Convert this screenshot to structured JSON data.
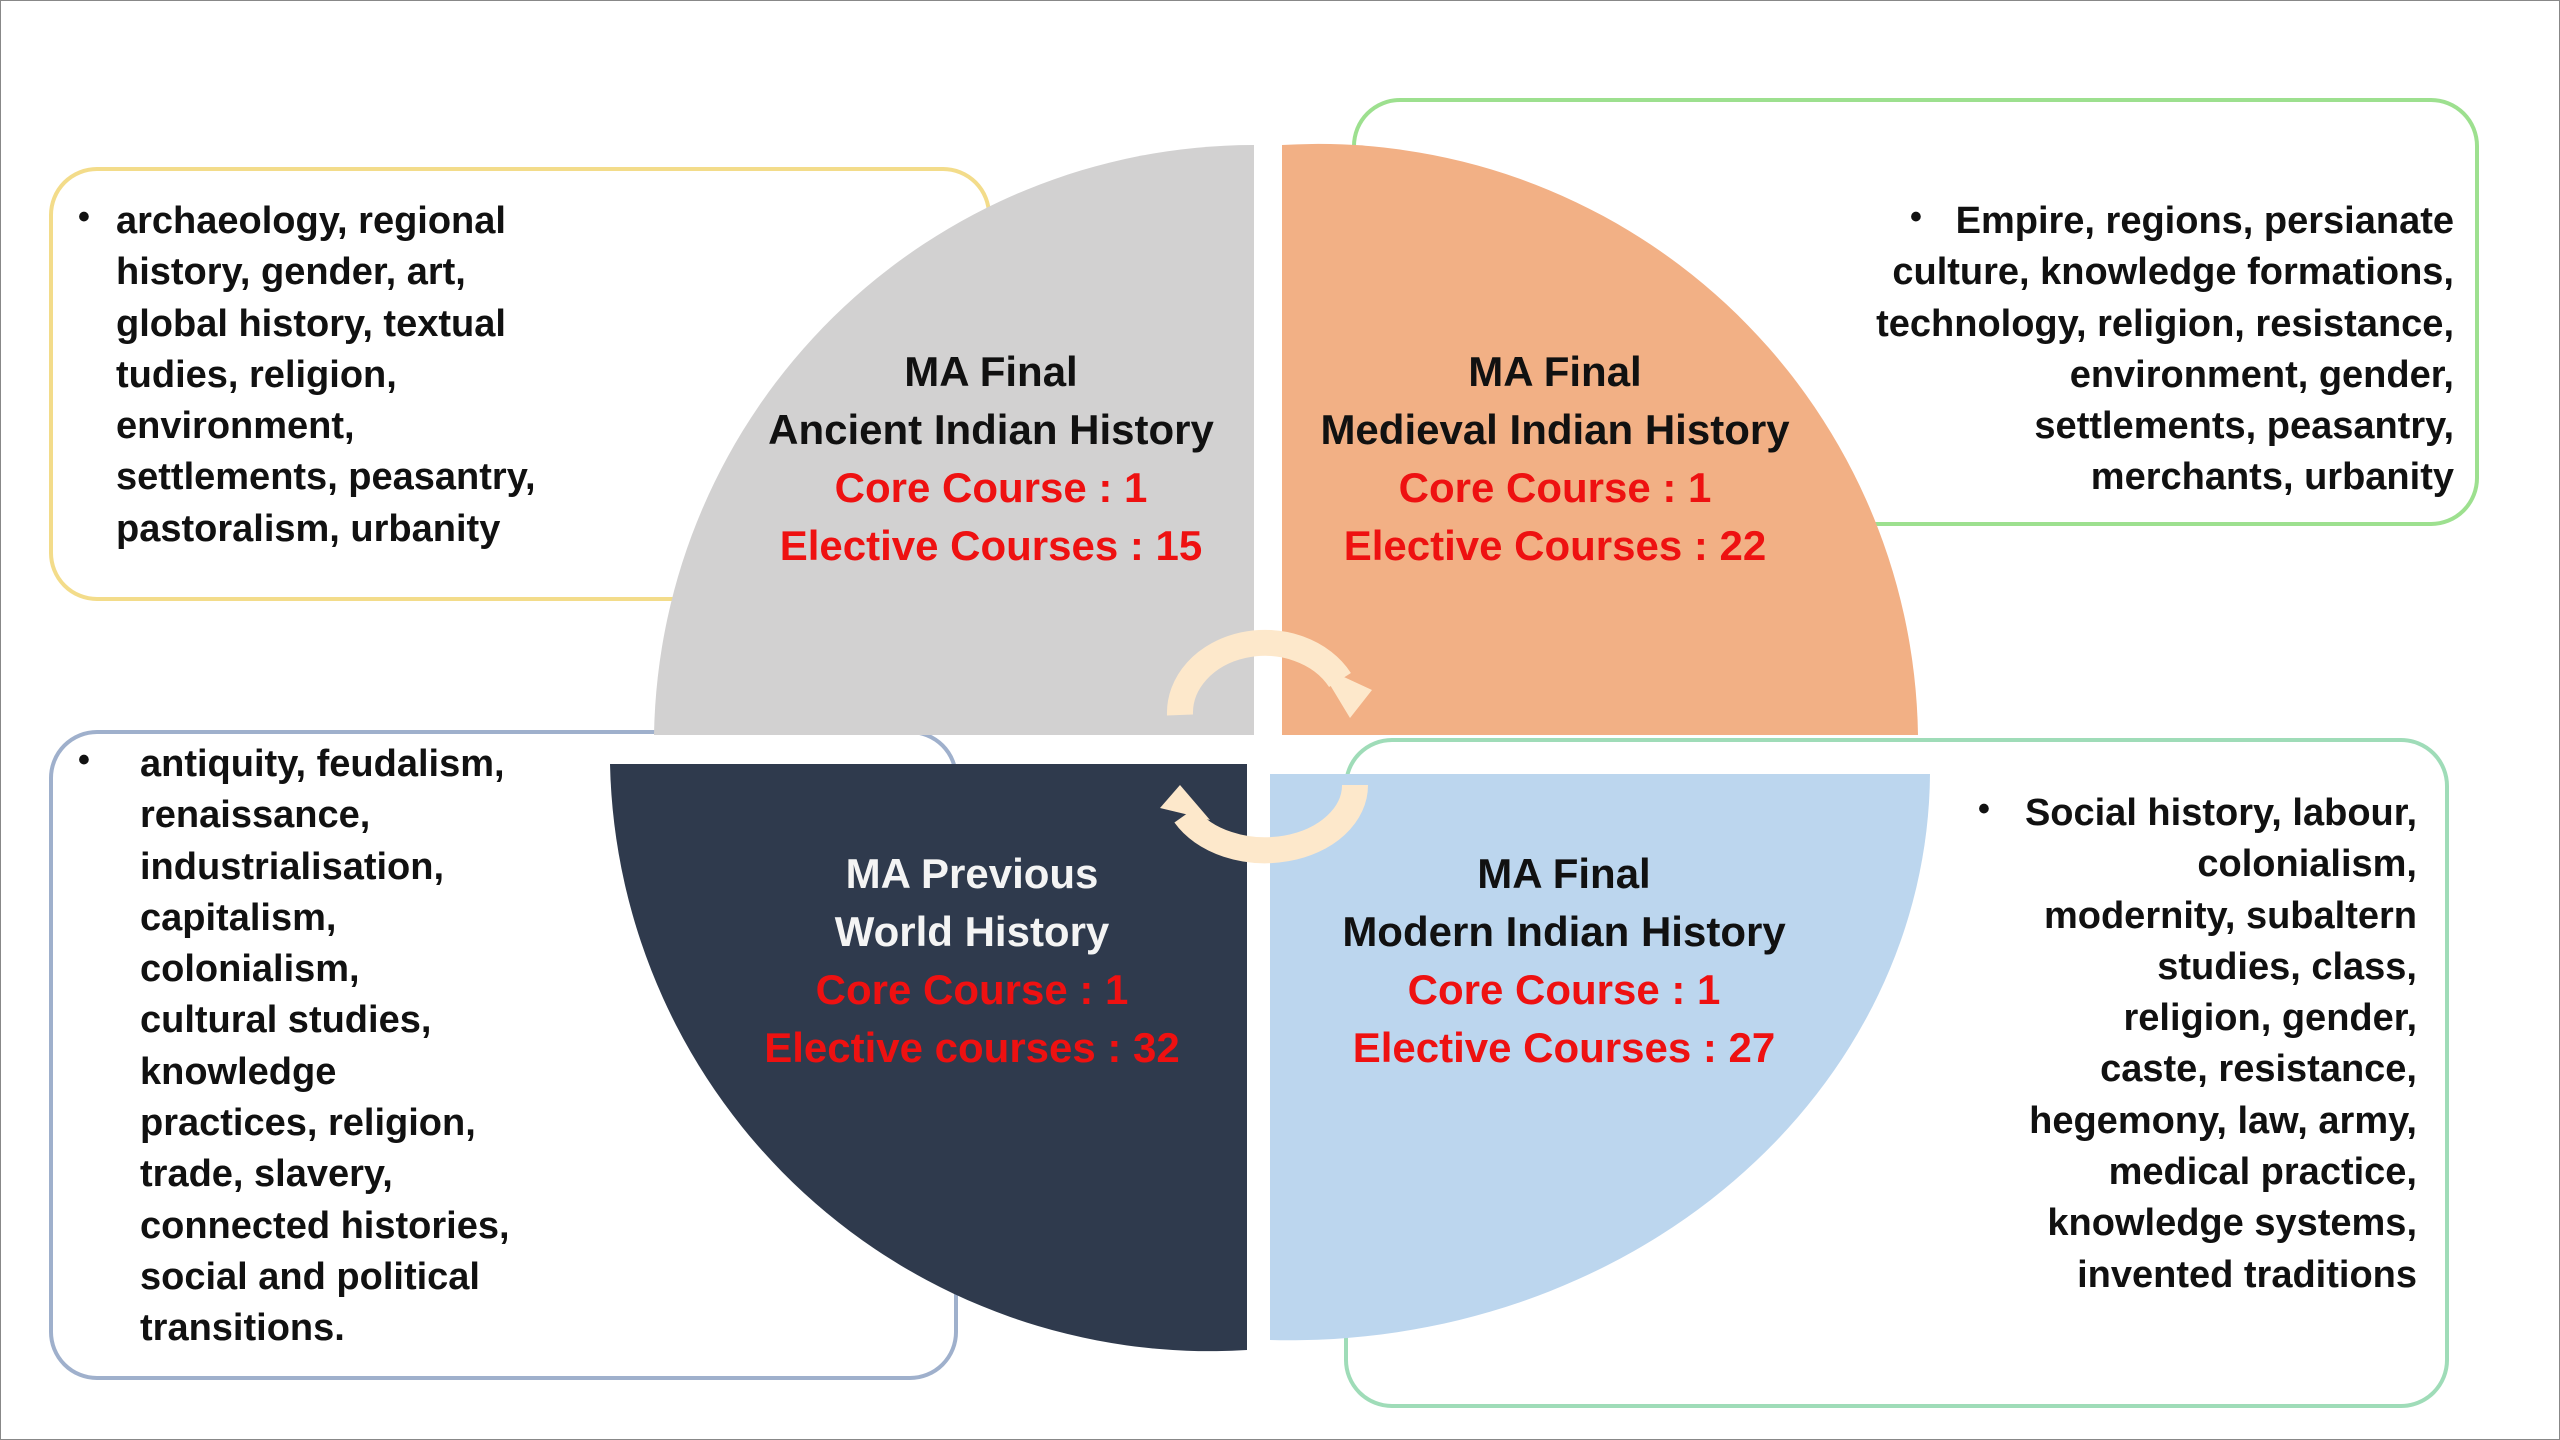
{
  "quadrants": {
    "ancient": {
      "line1": "MA Final",
      "line2": "Ancient Indian History",
      "core": "Core Course : 1",
      "elective": "Elective Courses : 15",
      "color": "#d2d1d1"
    },
    "medieval": {
      "line1": "MA Final",
      "line2": "Medieval Indian History",
      "core": "Core Course : 1",
      "elective": "Elective Courses :  22",
      "color": "#f2b085"
    },
    "world": {
      "line1": "MA Previous",
      "line2": "World History",
      "core": "Core Course : 1",
      "elective": "Elective courses : 32",
      "color": "#2f3a4d"
    },
    "modern": {
      "line1": "MA Final",
      "line2": "Modern  Indian History",
      "core": "Core Course : 1",
      "elective": "Elective Courses : 27",
      "color": "#bcd6ee"
    }
  },
  "lists": {
    "ancient": {
      "bullet": "•",
      "lines": [
        "archaeology, regional",
        "history, gender, art,",
        "global history, textual",
        "tudies, religion,",
        "environment,",
        "settlements, peasantry,",
        "pastoralism, urbanity"
      ]
    },
    "medieval": {
      "bullet": "•",
      "lines": [
        "Empire, regions, persianate",
        "culture, knowledge formations,",
        "technology, religion, resistance,",
        "environment, gender,",
        "settlements, peasantry,",
        "merchants, urbanity"
      ]
    },
    "world": {
      "bullet": "•",
      "lines": [
        "antiquity, feudalism,",
        "renaissance,",
        "industrialisation,",
        "capitalism,",
        "colonialism,",
        "cultural studies,",
        "knowledge",
        "practices, religion,",
        "trade, slavery,",
        "connected histories,",
        "social and political",
        "transitions."
      ]
    },
    "modern": {
      "bullet": "•",
      "lines": [
        "Social history, labour,",
        "colonialism,",
        "modernity, subaltern",
        "studies, class,",
        "religion, gender,",
        "caste, resistance,",
        "hegemony, law, army,",
        "medical practice,",
        "knowledge systems,",
        "invented traditions"
      ]
    }
  },
  "colors": {
    "arrow": "#fde8cb",
    "ancient_border": "#f3dc8a",
    "medieval_border": "#9de08f",
    "world_border": "#9fb0cc",
    "modern_border": "#9fdcb8"
  }
}
